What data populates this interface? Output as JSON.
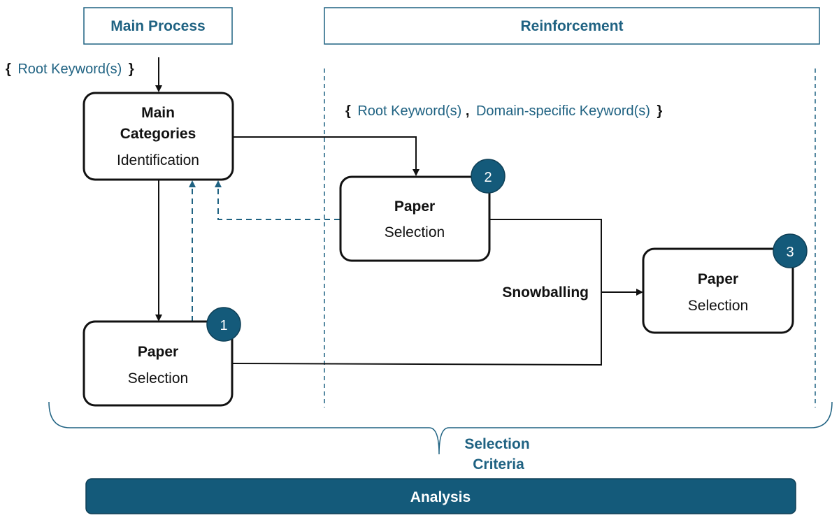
{
  "colors": {
    "teal": "#1f6282",
    "dark_fill": "#145a7a",
    "black": "#111111"
  },
  "headers": {
    "main_process": "Main Process",
    "reinforcement": "Reinforcement"
  },
  "keywords": {
    "root_open": "{",
    "root_text": "Root Keyword(s)",
    "root_close": "}",
    "combo_open": "{",
    "combo_root": "Root Keyword(s)",
    "combo_comma": ",",
    "combo_domain": "Domain-specific Keyword(s)",
    "combo_close": "}"
  },
  "boxes": {
    "main_categories": {
      "line1": "Main",
      "line2": "Categories",
      "line3": "Identification"
    },
    "paper1": {
      "title": "Paper",
      "subtitle": "Selection",
      "badge": "1"
    },
    "paper2": {
      "title": "Paper",
      "subtitle": "Selection",
      "badge": "2"
    },
    "paper3": {
      "title": "Paper",
      "subtitle": "Selection",
      "badge": "3"
    }
  },
  "labels": {
    "snowballing": "Snowballing",
    "selection_criteria_line1": "Selection",
    "selection_criteria_line2": "Criteria",
    "analysis": "Analysis"
  }
}
